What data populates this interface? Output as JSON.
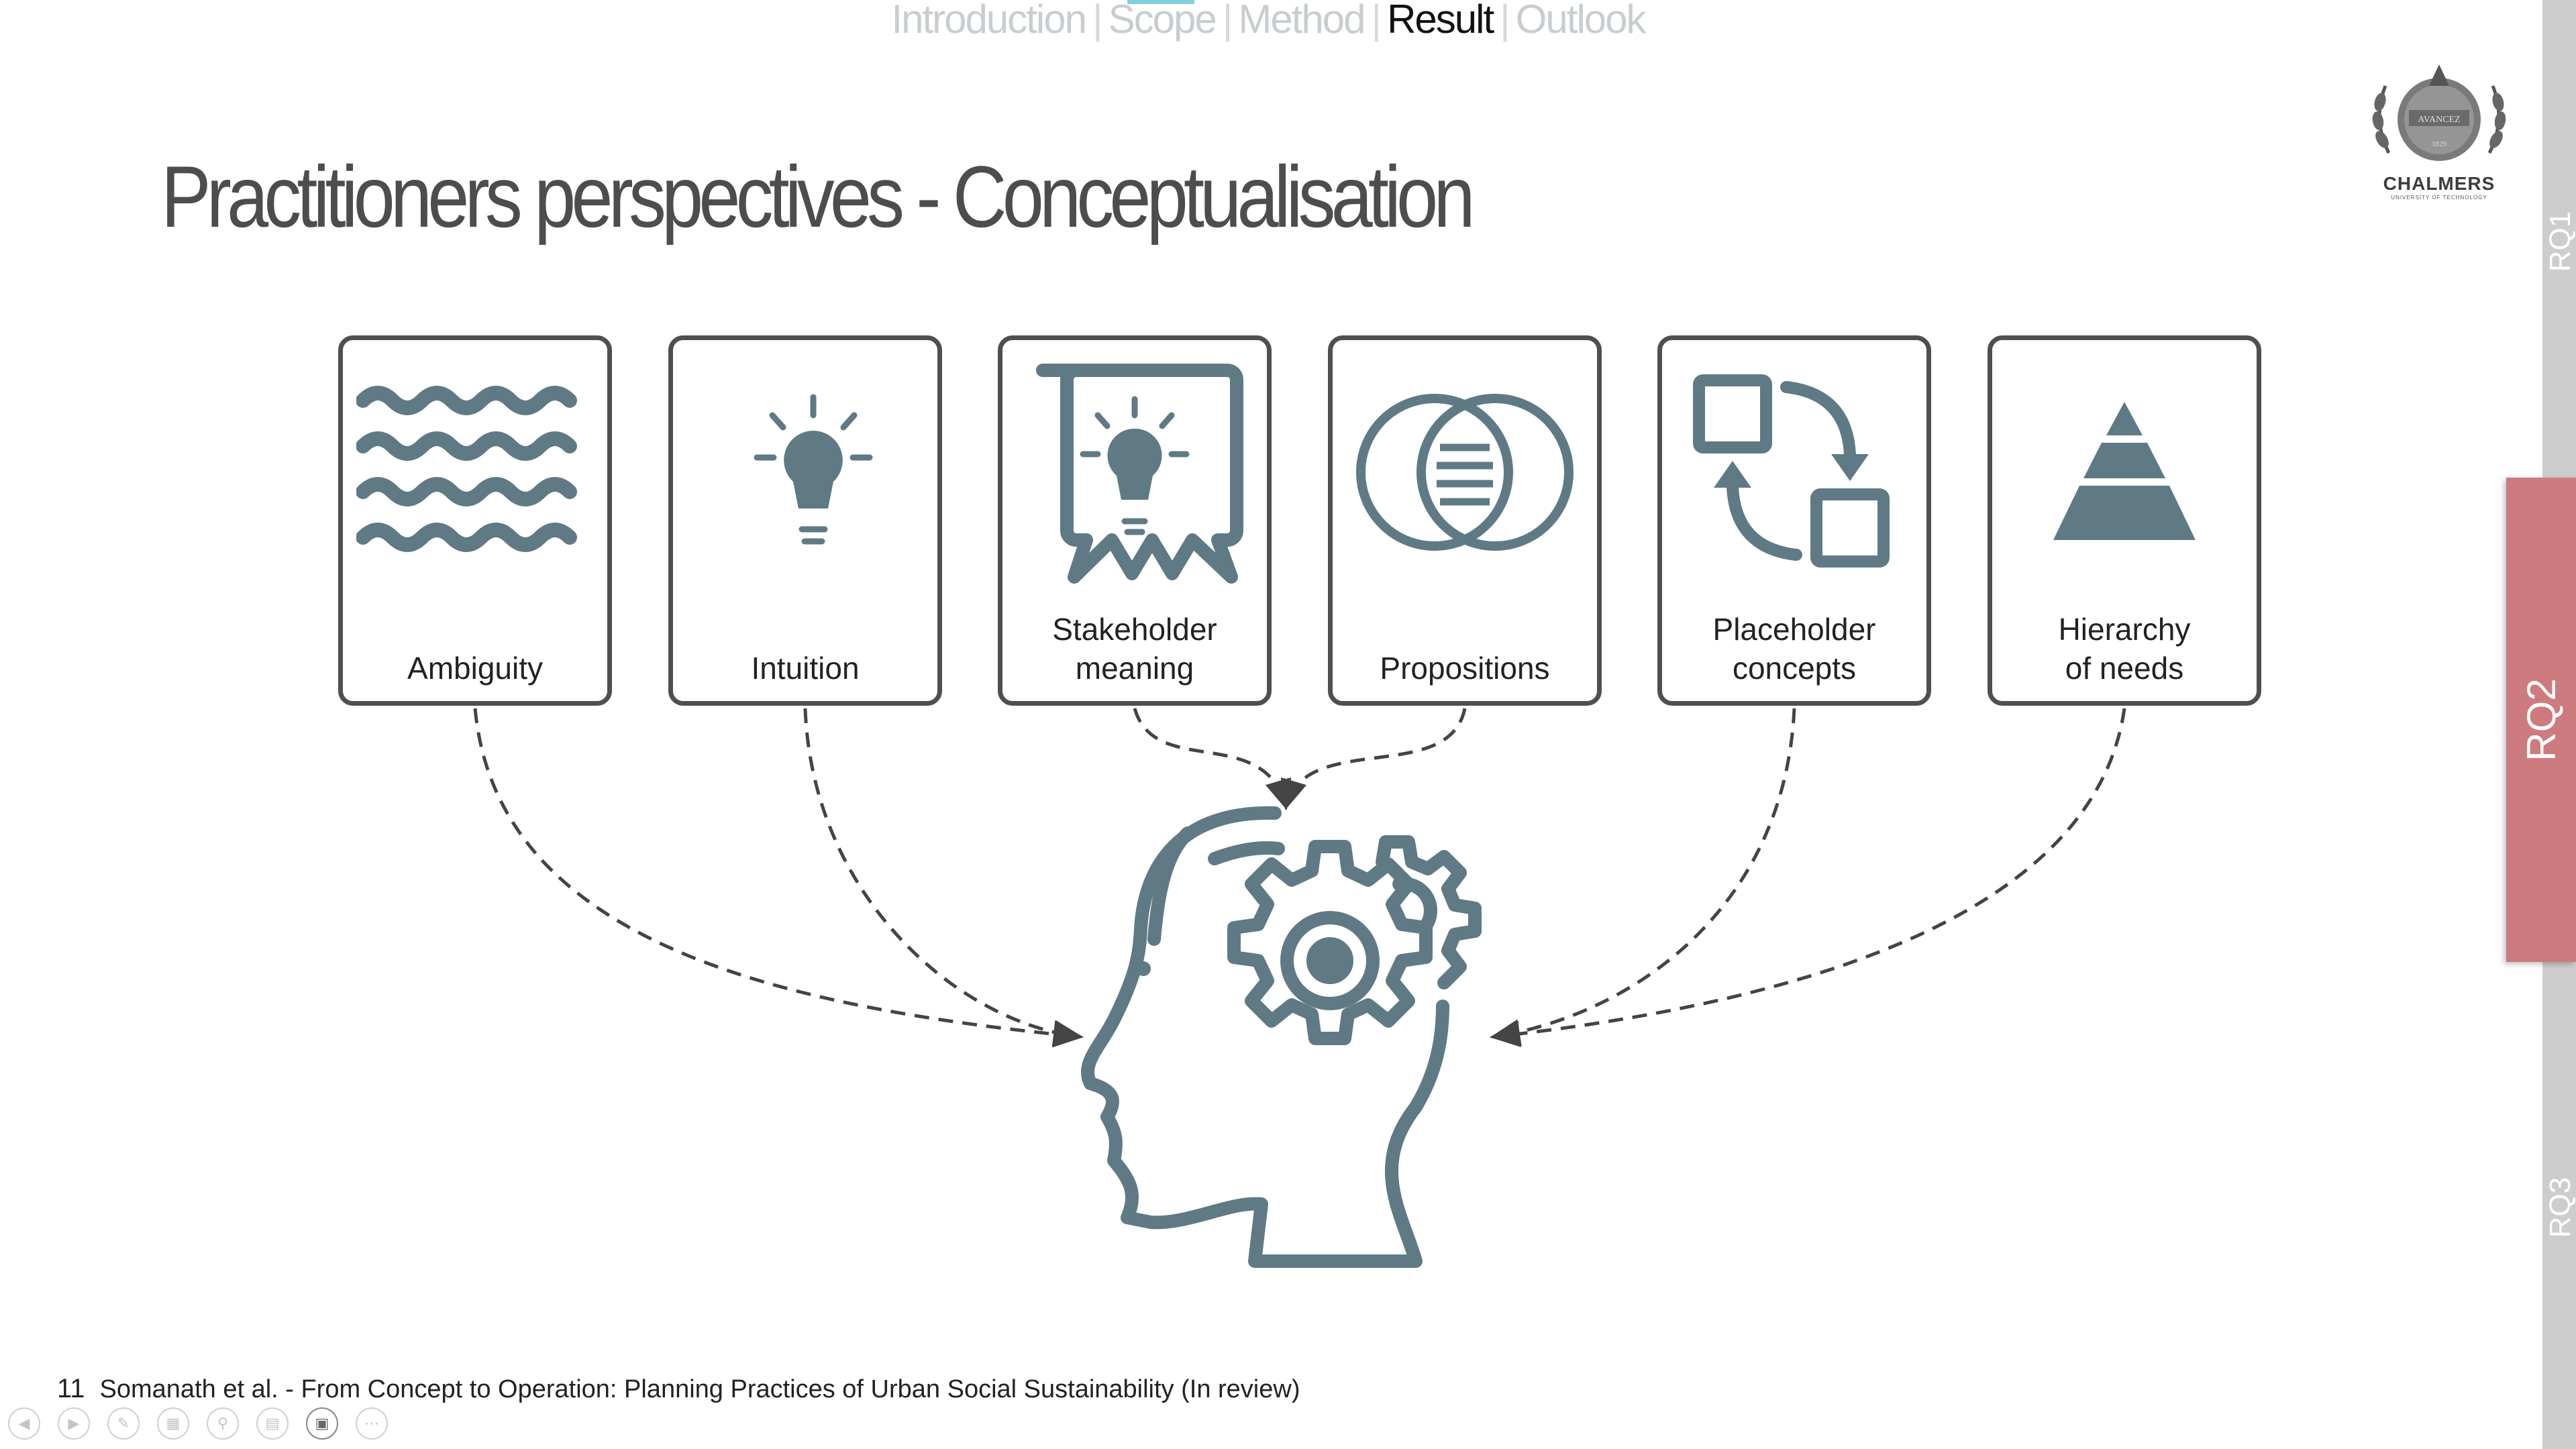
{
  "nav": {
    "items": [
      {
        "label": "Introduction",
        "active": false
      },
      {
        "label": "Scope",
        "active": false
      },
      {
        "label": "Method",
        "active": false
      },
      {
        "label": "Result",
        "active": true
      },
      {
        "label": "Outlook",
        "active": false
      }
    ],
    "separator": "|"
  },
  "slide": {
    "title": "Practitioners perspectives - Conceptualisation",
    "number": "11",
    "citation": "Somanath et al. - From Concept to Operation: Planning Practices of Urban Social Sustainability (In review)"
  },
  "logo": {
    "wordmark": "CHALMERS",
    "subtitle": "UNIVERSITY OF TECHNOLOGY",
    "seal_text": "AVANCEZ",
    "seal_year": "1829"
  },
  "side_tabs": {
    "rq1": "RQ1",
    "rq2": "RQ2",
    "rq3": "RQ3",
    "active": "RQ2",
    "active_color": "#cd7b7f"
  },
  "cards": [
    {
      "label": "Ambiguity",
      "icon": "waves-icon"
    },
    {
      "label": "Intuition",
      "icon": "lightbulb-icon"
    },
    {
      "label": "Stakeholder\nmeaning",
      "icon": "speech-bubble-idea-icon"
    },
    {
      "label": "Propositions",
      "icon": "venn-diagram-icon"
    },
    {
      "label": "Placeholder\nconcepts",
      "icon": "swap-squares-icon"
    },
    {
      "label": "Hierarchy\nof needs",
      "icon": "pyramid-icon"
    }
  ],
  "center_icon": "head-with-gears-icon",
  "colors": {
    "icon": "#5f7a85",
    "title": "#4d4d4d",
    "accent": "#7fd0dd",
    "card_border": "#4f4f4f"
  },
  "presenter_tools": [
    "previous-icon",
    "next-icon",
    "pen-icon",
    "slides-icon",
    "zoom-icon",
    "subtitles-icon",
    "camera-icon",
    "more-icon"
  ]
}
